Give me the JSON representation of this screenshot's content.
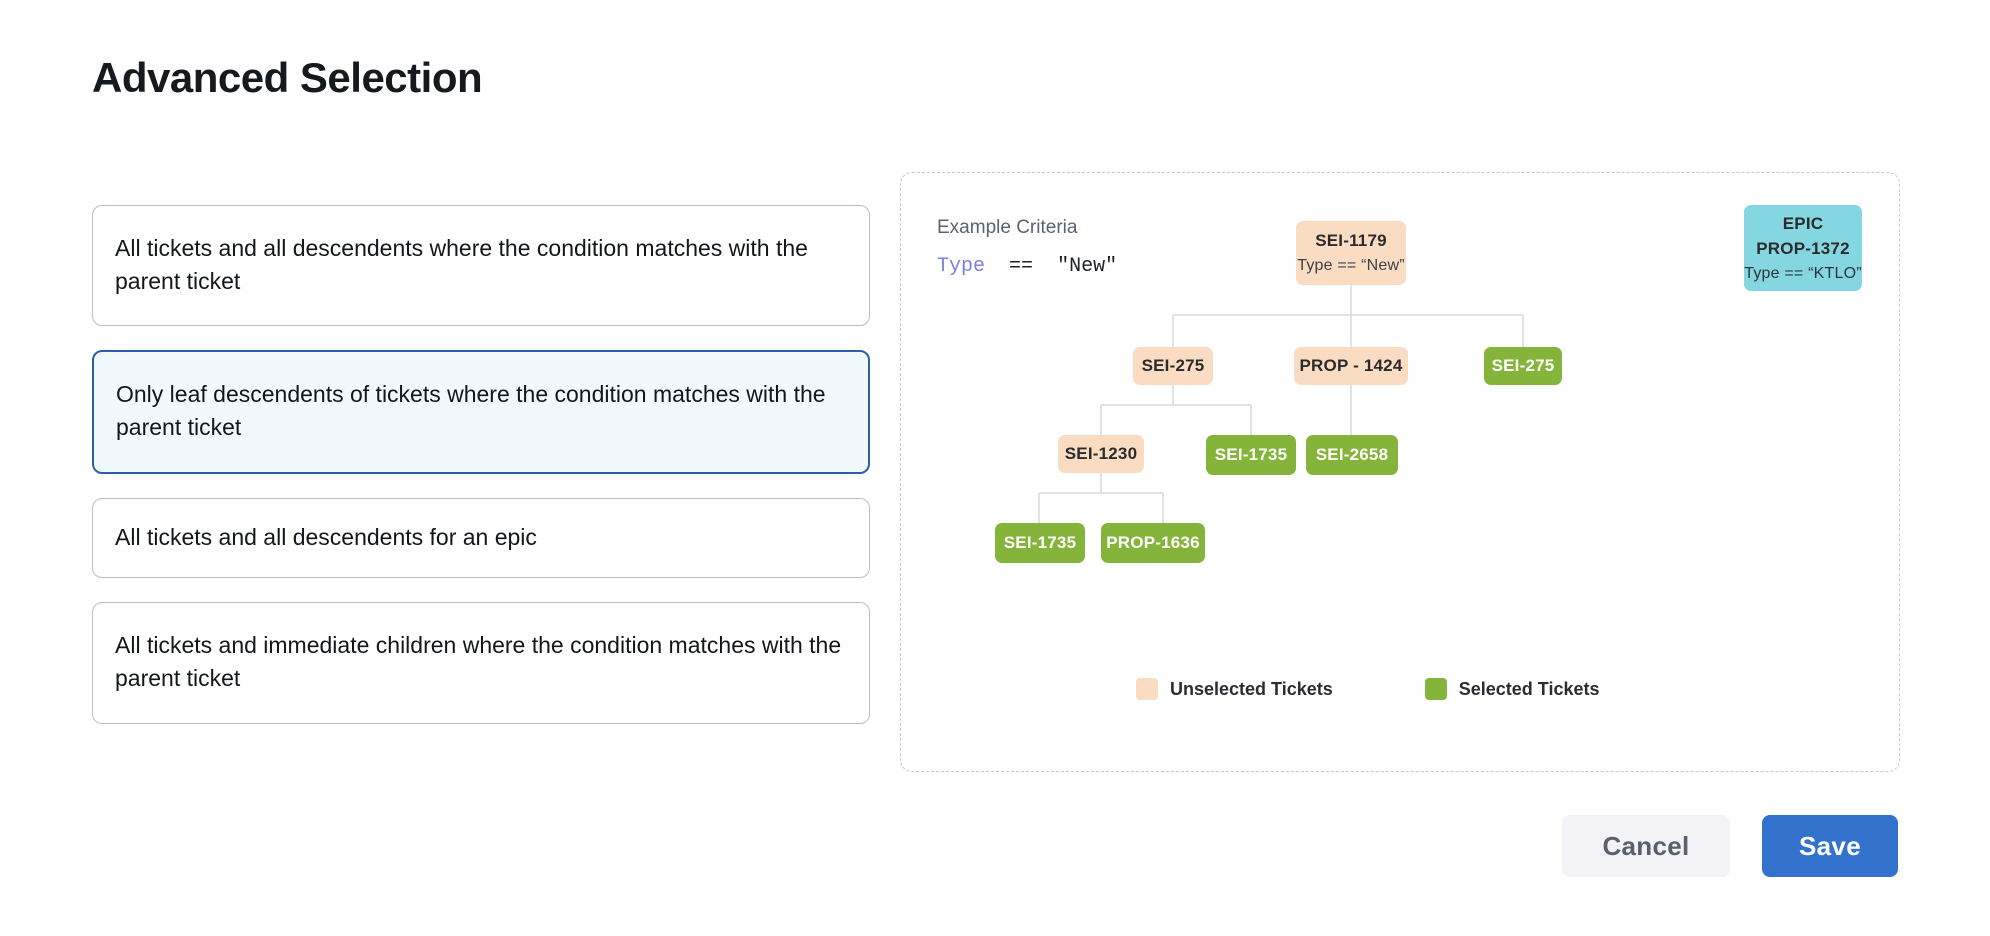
{
  "page": {
    "title": "Advanced Selection"
  },
  "options": [
    {
      "id": "all-descendents-condition",
      "label": "All tickets and all descendents where the condition matches with the parent ticket",
      "selected": false
    },
    {
      "id": "leaf-descendents-condition",
      "label": "Only leaf descendents of tickets where the condition matches with the parent ticket",
      "selected": true
    },
    {
      "id": "all-descendents-epic",
      "label": "All tickets and all descendents for an epic",
      "selected": false
    },
    {
      "id": "immediate-children-condition",
      "label": "All tickets and immediate children where the condition matches with the parent ticket",
      "selected": false
    }
  ],
  "diagram": {
    "criteria_label": "Example Criteria",
    "criteria_keyword": "Type",
    "criteria_operator": "==",
    "criteria_value": "\"New\"",
    "nodes": [
      {
        "id": "root",
        "title": "SEI-1179",
        "sub": "Type == “New”",
        "state": "unselected"
      },
      {
        "id": "epic",
        "title": "EPIC",
        "title2": "PROP-1372",
        "sub": "Type == “KTLO”",
        "state": "epic"
      },
      {
        "id": "sei275a",
        "title": "SEI-275",
        "sub": "",
        "state": "unselected"
      },
      {
        "id": "prop1424",
        "title": "PROP - 1424",
        "sub": "",
        "state": "unselected"
      },
      {
        "id": "sei275b",
        "title": "SEI-275",
        "sub": "",
        "state": "selected"
      },
      {
        "id": "sei1230",
        "title": "SEI-1230",
        "sub": "",
        "state": "unselected"
      },
      {
        "id": "sei1735a",
        "title": "SEI-1735",
        "sub": "",
        "state": "selected"
      },
      {
        "id": "sei2658",
        "title": "SEI-2658",
        "sub": "",
        "state": "selected"
      },
      {
        "id": "sei1735b",
        "title": "SEI-1735",
        "sub": "",
        "state": "selected"
      },
      {
        "id": "prop1636",
        "title": "PROP-1636",
        "sub": "",
        "state": "selected"
      }
    ],
    "legend": {
      "unselected_label": "Unselected Tickets",
      "selected_label": "Selected Tickets"
    }
  },
  "footer": {
    "cancel_label": "Cancel",
    "save_label": "Save"
  },
  "colors": {
    "unselected": "#fadcc2",
    "selected": "#84b43a",
    "epic": "#84d7e0",
    "primary": "#3272cc",
    "selected_card_border": "#2b5fa8",
    "selected_card_bg": "#f2f9fc",
    "keyword": "#7b7fe0"
  }
}
